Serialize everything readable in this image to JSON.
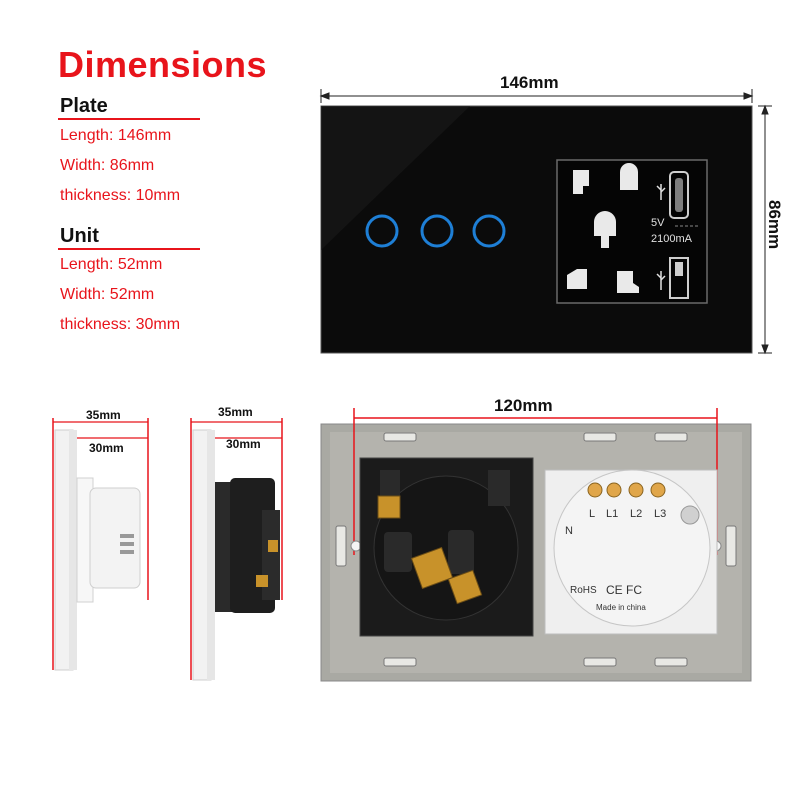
{
  "title": "Dimensions",
  "plate": {
    "heading": "Plate",
    "length": "Length:  146mm",
    "width": "Width: 86mm",
    "thickness": "thickness: 10mm"
  },
  "unit": {
    "heading": "Unit",
    "length": "Length:  52mm",
    "width": "Width: 52mm",
    "thickness": "thickness: 30mm"
  },
  "front": {
    "width_label": "146mm",
    "height_label": "86mm",
    "usb_voltage": "5V",
    "usb_current": "2100mA",
    "touch_keys": 3
  },
  "side_views": [
    {
      "outer_label": "35mm",
      "inner_label": "30mm"
    },
    {
      "outer_label": "35mm",
      "inner_label": "30mm"
    }
  ],
  "back": {
    "span_label": "120mm",
    "terminals": [
      "L",
      "L1",
      "L2",
      "L3",
      "N"
    ],
    "marks": [
      "RoHS",
      "CE",
      "FC",
      "Made in china"
    ]
  }
}
